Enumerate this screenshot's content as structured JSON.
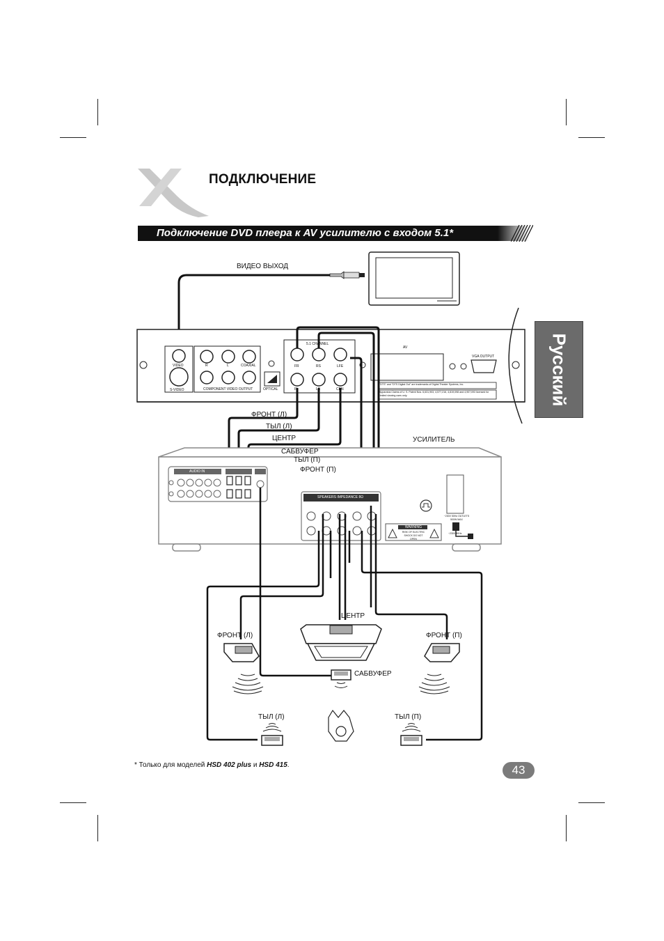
{
  "header": {
    "title": "ПОДКЛЮЧЕНИЕ",
    "logo_letter": "X"
  },
  "section": {
    "title": "Подключение DVD плеера к AV усилителю с входом 5.1*"
  },
  "side_tab": {
    "language": "Русский"
  },
  "diagram": {
    "video_out_label": "ВИДЕО ВЫХОД",
    "player_panel": {
      "video": "VIDEO",
      "svideo": "S-VIDEO",
      "r": "R",
      "l": "L",
      "coaxial": "COAXIAL",
      "component": "COMPONENT VIDEO OUTPUT",
      "optical": "OPTICAL",
      "channel": "5.1 CHANNEL",
      "fr": "FR",
      "rs": "RS",
      "lfe": "LFE",
      "fl": "FL",
      "ls": "LS",
      "cen": "CEN",
      "av": "AV",
      "vga": "VGA OUTPUT",
      "dts_note": "\"DTS\" and \"DTS Digital Out\" are trademarks of Digital Theater Systems, Inc.",
      "patent_note": "Apparatus Claims of U. S. Patent Nos. 6,631,903, 4,577,216, 4,819,098 and 4,907,093 licensed for limited viewing uses only."
    },
    "cable_labels": {
      "front_left": "ФРОНТ (Л)",
      "rear_left": "ТЫЛ (Л)",
      "center": "ЦЕНТР",
      "subwoofer": "САБВУФЕР",
      "rear_right": "ТЫЛ (П)",
      "front_right": "ФРОНТ (П)"
    },
    "amplifier_label": "УСИЛИТЕЛЬ",
    "amp_panel": {
      "audio_in": "AUDIO IN",
      "speakers": "SPEAKERS IMPEDANCE 8Ω",
      "warning": "WARNING",
      "warning_text": "RISK OF ELECTRIC SHOCK DO NOT OPEN",
      "power": "~230V 50Hz OUTLETS 500W MAX",
      "power2": "~230V 50Hz"
    },
    "speaker_labels": {
      "center": "ЦЕНТР",
      "front_left": "ФРОНТ (Л)",
      "front_right": "ФРОНТ (П)",
      "subwoofer": "САБВУФЕР",
      "rear_left": "ТЫЛ (Л)",
      "rear_right": "ТЫЛ (П)"
    }
  },
  "footnote": {
    "prefix": "* Только для моделей ",
    "model1": "HSD 402 plus",
    "middle": " и ",
    "model2": "HSD 415",
    "suffix": "."
  },
  "page_number": "43"
}
